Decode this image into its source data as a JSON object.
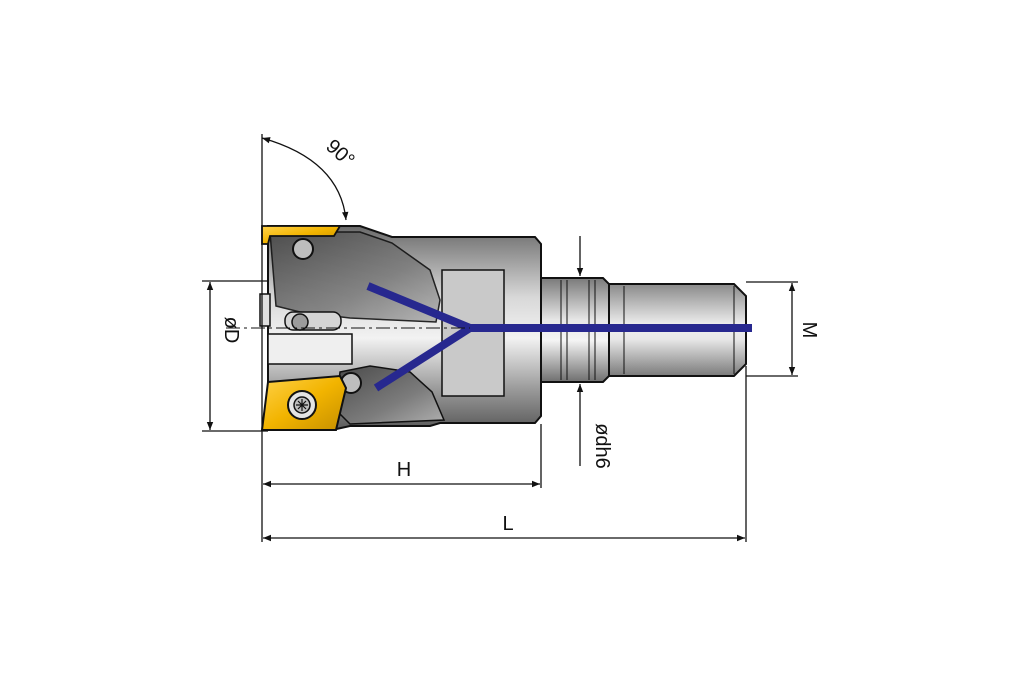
{
  "labels": {
    "angle": "90°",
    "diameter": "øD",
    "shank_diameter": "ødh6",
    "thread": "M",
    "head_length": "H",
    "total_length": "L"
  },
  "colors": {
    "background": "#ffffff",
    "line": "#111111",
    "body_dark": "#5f5f5f",
    "body_mid": "#a3a3a3",
    "body_light": "#dcdcdc",
    "coolant": "#27288f",
    "insert": "#f2b400",
    "insert_dark": "#b88400"
  }
}
